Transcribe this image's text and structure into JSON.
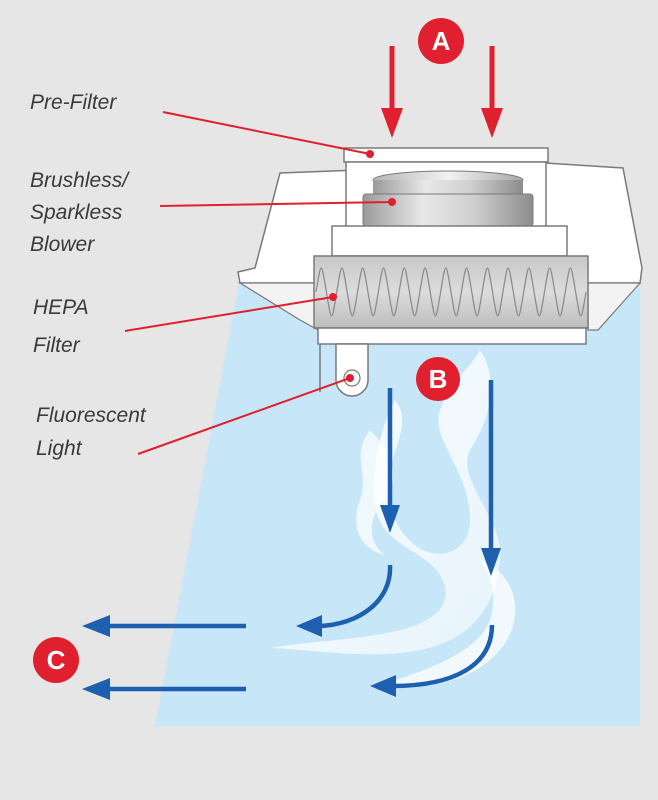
{
  "labels": {
    "pre_filter": "Pre-Filter",
    "blower_line1": "Brushless/",
    "blower_line2": "Sparkless",
    "blower_line3": "Blower",
    "hepa_line1": "HEPA",
    "hepa_line2": "Filter",
    "light_line1": "Fluorescent",
    "light_line2": "Light"
  },
  "badges": {
    "a": "A",
    "b": "B",
    "c": "C"
  },
  "colors": {
    "background": "#e6e6e6",
    "work_zone": "#c7e6f8",
    "accent_red": "#e0202e",
    "airflow_blue": "#1f5fb0",
    "housing": "#ffffff",
    "outline": "#7a7a7a"
  }
}
